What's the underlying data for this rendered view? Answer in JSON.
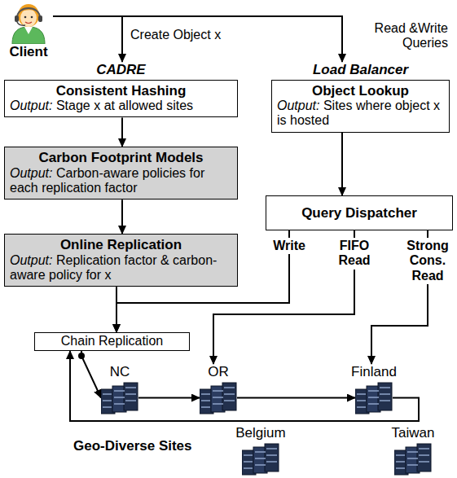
{
  "diagram": {
    "nodes": [
      {
        "text": [
          "Client"
        ]
      },
      {
        "text": [
          "CADRE",
          "Consistent Hashing",
          "Output: Stage x at allowed sites"
        ]
      },
      {
        "text": [
          "Load Balancer",
          "Object Lookup",
          "Output: Sites where object x is hosted"
        ]
      },
      {
        "text": [
          "Carbon Footprint Models",
          "Output: Carbon-aware policies for each replication factor"
        ]
      },
      {
        "text": [
          "Query Dispatcher"
        ]
      },
      {
        "text": [
          "Online Replication",
          "Output: Replication factor & carbon-aware policy for x"
        ]
      },
      {
        "text": [
          "Chain Replication"
        ]
      },
      {
        "text": [
          "NC"
        ]
      },
      {
        "text": [
          "OR"
        ]
      },
      {
        "text": [
          "Finland"
        ]
      },
      {
        "text": [
          "Belgium"
        ]
      },
      {
        "text": [
          "Taiwan"
        ]
      }
    ],
    "edges": [
      {
        "from": 0,
        "to": 1,
        "arrow": "to",
        "label": "Create Object x"
      },
      {
        "from": 0,
        "to": 2,
        "arrow": "to",
        "label": "Read &Write Queries"
      },
      {
        "from": 1,
        "to": 3,
        "arrow": "to"
      },
      {
        "from": 3,
        "to": 5,
        "arrow": "to"
      },
      {
        "from": 2,
        "to": 4,
        "arrow": "to"
      },
      {
        "from": 5,
        "to": 6,
        "arrow": "to"
      },
      {
        "from": 4,
        "to": 6,
        "arrow": "to",
        "label": "Write"
      },
      {
        "from": 4,
        "to": 8,
        "arrow": "to",
        "label": "FIFO Read"
      },
      {
        "from": 4,
        "to": 9,
        "arrow": "to",
        "label": "Strong Cons. Read"
      },
      {
        "from": 6,
        "to": 7,
        "arrow": "to"
      },
      {
        "from": 7,
        "to": 8,
        "arrow": "to"
      },
      {
        "from": 8,
        "to": 9,
        "arrow": "to"
      },
      {
        "from": 9,
        "to": 6,
        "arrow": "to"
      }
    ],
    "labels": [
      "Geo-Diverse Sites"
    ]
  }
}
